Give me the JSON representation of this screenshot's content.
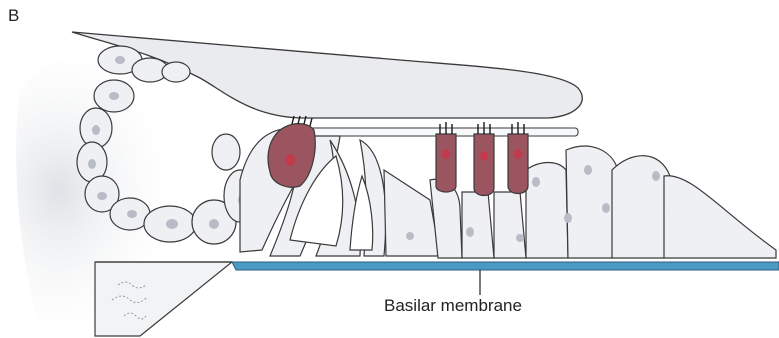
{
  "panel_label": "B",
  "labels": {
    "basilar_membrane": "Basilar membrane"
  },
  "colors": {
    "background_tissue": "#e9ebee",
    "cell_fill": "#eef0f3",
    "cell_outline": "#3a3a3a",
    "hair_cell": "#9a5560",
    "hair_cell_nucleus": "#c43a4c",
    "basilar_membrane": "#4a9ac4",
    "nucleus_gray": "#b7bcc6"
  },
  "structures": [
    {
      "name": "tectorial membrane"
    },
    {
      "name": "inner hair cell"
    },
    {
      "name": "outer hair cells",
      "count": 3
    },
    {
      "name": "basilar membrane"
    }
  ]
}
